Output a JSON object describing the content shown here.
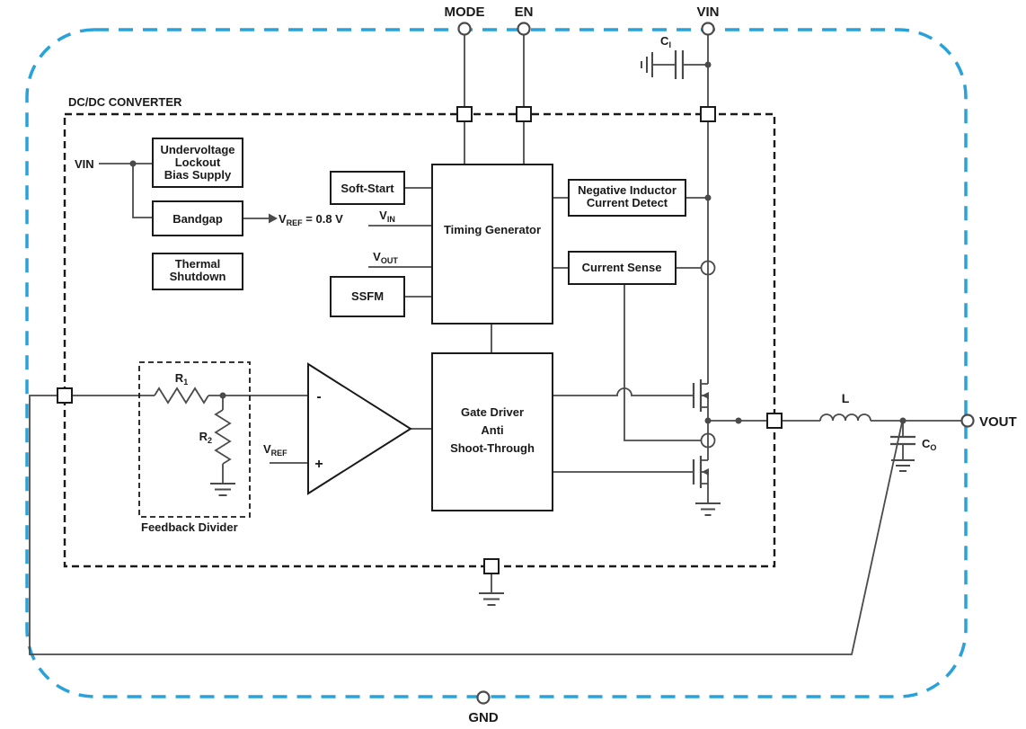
{
  "title": "DC/DC CONVERTER",
  "pins": {
    "mode": "MODE",
    "en": "EN",
    "vin": "VIN",
    "gnd": "GND",
    "vout": "VOUT"
  },
  "blocks": {
    "uvlo": {
      "l1": "Undervoltage",
      "l2": "Lockout",
      "l3": "Bias Supply"
    },
    "bandgap": {
      "label": "Bandgap"
    },
    "thermal": {
      "l1": "Thermal",
      "l2": "Shutdown"
    },
    "soft_start": {
      "label": "Soft-Start"
    },
    "ssfm": {
      "label": "SSFM"
    },
    "timing": {
      "label": "Timing Generator"
    },
    "neg_detect": {
      "l1": "Negative Inductor",
      "l2": "Current Detect"
    },
    "current_sense": {
      "label": "Current Sense"
    },
    "gate_driver": {
      "l1": "Gate Driver",
      "l2": "Anti",
      "l3": "Shoot-Through"
    }
  },
  "labels": {
    "vin_internal": "VIN",
    "vref_value": {
      "pre": "V",
      "sub": "REF",
      "post": " = 0.8 V"
    },
    "timing_vin": {
      "pre": "V",
      "sub": "IN"
    },
    "timing_vout": {
      "pre": "V",
      "sub": "OUT"
    },
    "opamp_vref": {
      "pre": "V",
      "sub": "REF"
    },
    "opamp_minus": "-",
    "opamp_plus": "+",
    "r1": {
      "pre": "R",
      "sub": "1"
    },
    "r2": {
      "pre": "R",
      "sub": "2"
    },
    "ci": {
      "pre": "C",
      "sub": "I"
    },
    "co": {
      "pre": "C",
      "sub": "O"
    },
    "inductor": "L",
    "feedback_divider": "Feedback Divider"
  },
  "colors": {
    "boundary": "#29A2DA",
    "wire": "#4A4A4A",
    "ink": "#1A1A1A"
  }
}
